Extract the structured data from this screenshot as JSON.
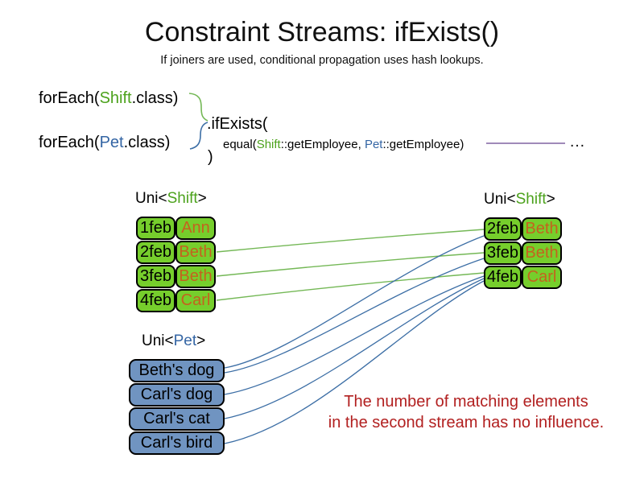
{
  "title": "Constraint Streams: ifExists()",
  "subtitle": "If joiners are used, conditional propagation uses hash lookups.",
  "code": {
    "foreach_shift": {
      "pre": "forEach(",
      "cls": "Shift",
      "post": ".class)"
    },
    "foreach_pet": {
      "pre": "forEach(",
      "cls": "Pet",
      "post": ".class)"
    },
    "if_exists": ".ifExists(",
    "equal": {
      "pre": "equal(",
      "shift_cls": "Shift",
      "mid": "::getEmployee, ",
      "pet_cls": "Pet",
      "post": "::getEmployee)"
    },
    "close_paren": ")",
    "ellipsis": "…"
  },
  "tables": {
    "shift_left": {
      "label_pre": "Uni<",
      "label_cls": "Shift",
      "label_post": ">",
      "rows": [
        {
          "date": "1feb",
          "name": "Ann"
        },
        {
          "date": "2feb",
          "name": "Beth"
        },
        {
          "date": "3feb",
          "name": "Beth"
        },
        {
          "date": "4feb",
          "name": "Carl"
        }
      ]
    },
    "shift_right": {
      "label_pre": "Uni<",
      "label_cls": "Shift",
      "label_post": ">",
      "rows": [
        {
          "date": "2feb",
          "name": "Beth"
        },
        {
          "date": "3feb",
          "name": "Beth"
        },
        {
          "date": "4feb",
          "name": "Carl"
        }
      ]
    },
    "pet": {
      "label_pre": "Uni<",
      "label_cls": "Pet",
      "label_post": ">",
      "rows": [
        {
          "name": "Beth's dog"
        },
        {
          "name": "Carl's dog"
        },
        {
          "name": "Carl's cat"
        },
        {
          "name": "Carl's bird"
        }
      ]
    }
  },
  "note": {
    "line1": "The number of matching elements",
    "line2": "in the second stream has no influence."
  },
  "colors": {
    "class_green": "#4ca21c",
    "class_blue": "#3465a4",
    "cell_green": "#76ce2c",
    "cell_blue": "#7094c1",
    "name_orange": "#c4621e",
    "note_red": "#b22020",
    "line_green": "#74b856",
    "line_blue": "#3c6ea5",
    "line_purple": "#8064a2"
  }
}
